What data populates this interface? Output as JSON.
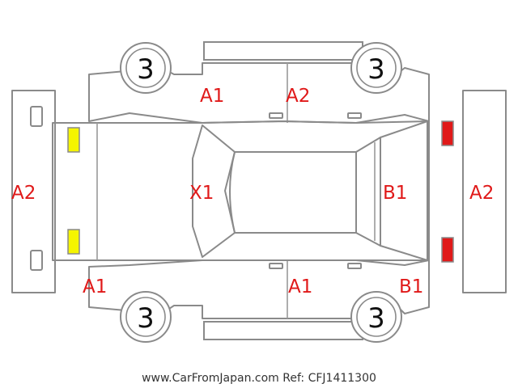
{
  "colors": {
    "damage_label": "#e01919",
    "light_front": "#f5f500",
    "light_rear": "#e01919"
  },
  "wheels": {
    "front_top": "3",
    "rear_top": "3",
    "front_bottom": "3",
    "rear_bottom": "3"
  },
  "marks": {
    "front_bumper": "A2",
    "rear_bumper": "A2",
    "front_left_fender": "A1",
    "rear_left_door": "A2",
    "roof": "X1",
    "rear_glass": "B1",
    "front_right_fender": "A1",
    "front_right_door": "A1",
    "rear_right_quarter": "B1"
  },
  "footer": {
    "text": "www.CarFromJapan.com Ref: CFJ1411300"
  }
}
